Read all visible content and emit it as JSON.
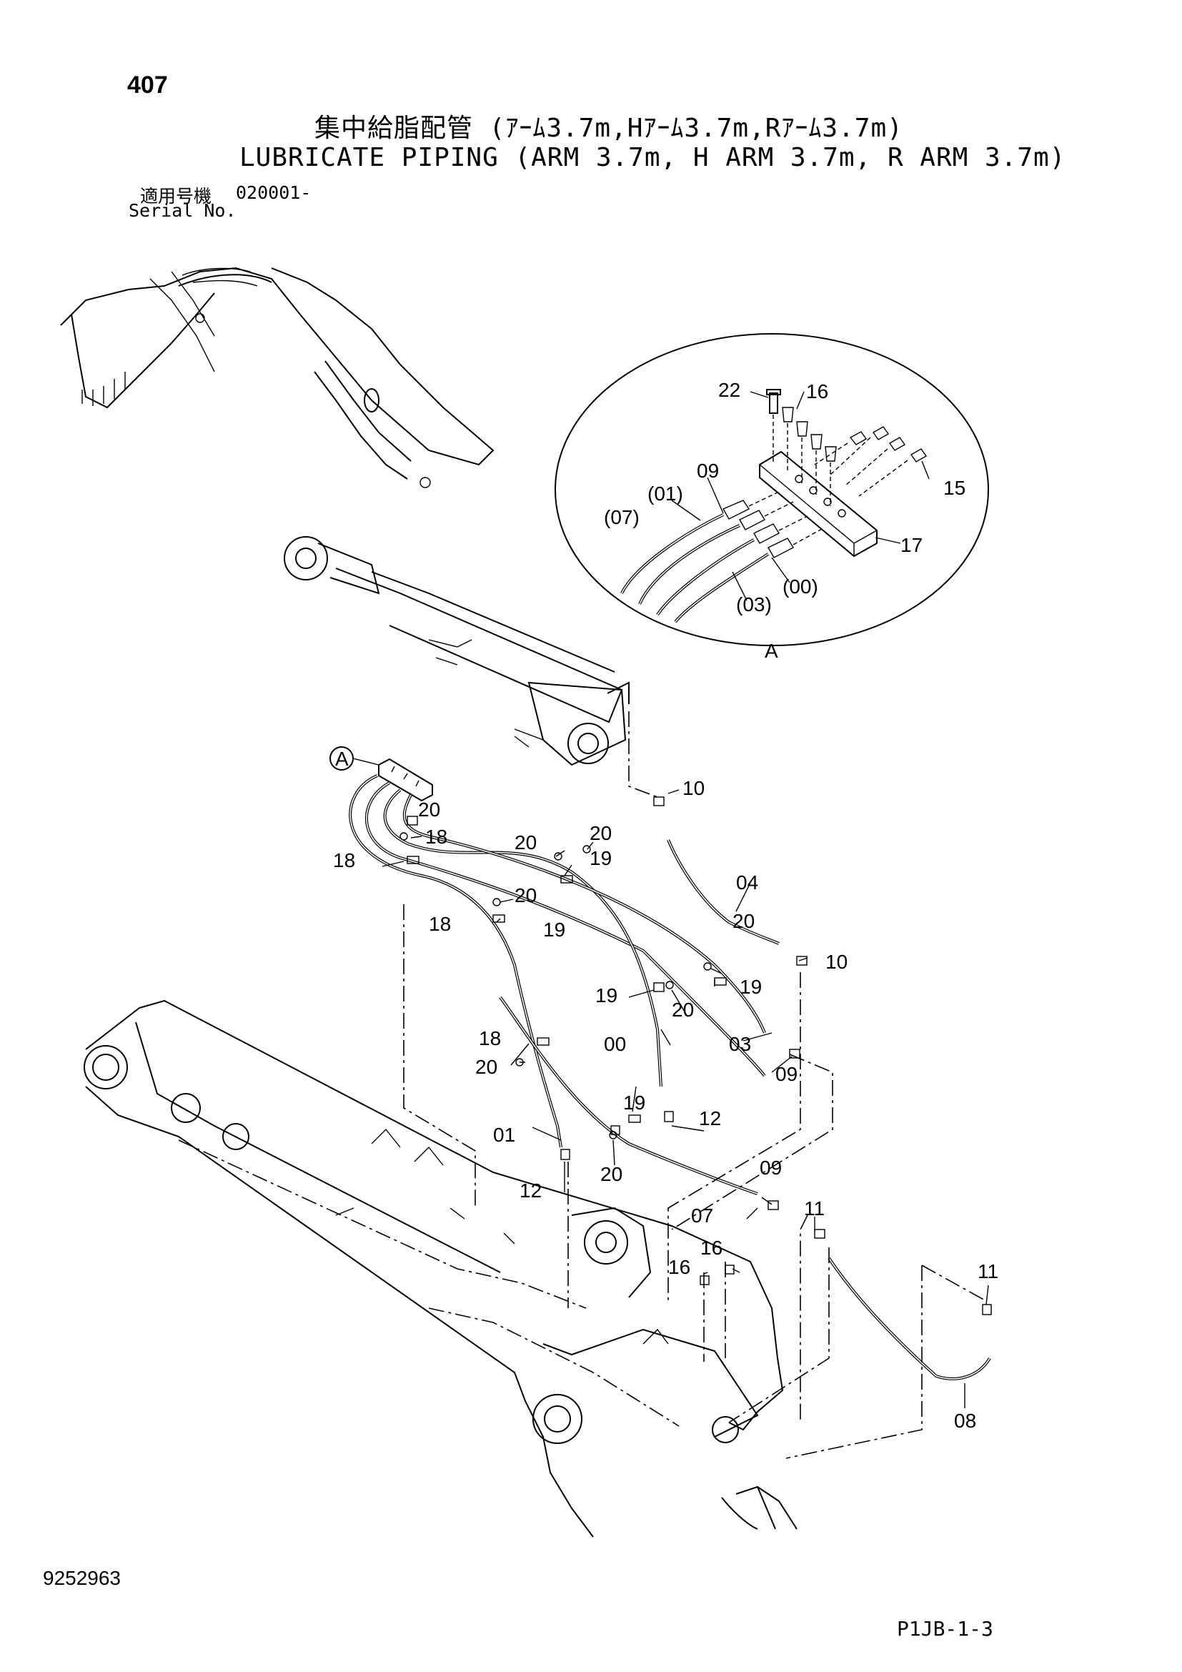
{
  "header": {
    "page_number": "407",
    "title_jp": "集中給脂配管 (ｱｰﾑ3.7m,Hｱｰﾑ3.7m,Rｱｰﾑ3.7m)",
    "title_en": "LUBRICATE PIPING (ARM 3.7m, H ARM 3.7m, R ARM 3.7m)",
    "serial_label_jp": "適用号機",
    "serial_value": "020001-",
    "serial_label_en": "Serial No."
  },
  "footer": {
    "drawing_number": "9252963",
    "page_code": "P1JB-1-3"
  },
  "detail_view": {
    "label": "A",
    "callouts": [
      "22",
      "16",
      "09",
      "(01)",
      "(07)",
      "15",
      "17",
      "(00)",
      "(03)"
    ]
  },
  "callouts": {
    "detail_ref": "A",
    "c10a": "10",
    "c20a": "20",
    "c18a": "18",
    "c20b": "20",
    "c20c": "20",
    "c18b": "18",
    "c19a": "19",
    "c04": "04",
    "c20d": "20",
    "c18c": "18",
    "c19b": "19",
    "c20e": "20",
    "c10b": "10",
    "c19c": "19",
    "c19d": "19",
    "c20f": "20",
    "c18d": "18",
    "c00": "00",
    "c03": "03",
    "c20g": "20",
    "c09a": "09",
    "c19e": "19",
    "c12a": "12",
    "c01": "01",
    "c20h": "20",
    "c12b": "12",
    "c09b": "09",
    "c07": "07",
    "c11a": "11",
    "c16a": "16",
    "c16b": "16",
    "c11b": "11",
    "c08": "08"
  }
}
